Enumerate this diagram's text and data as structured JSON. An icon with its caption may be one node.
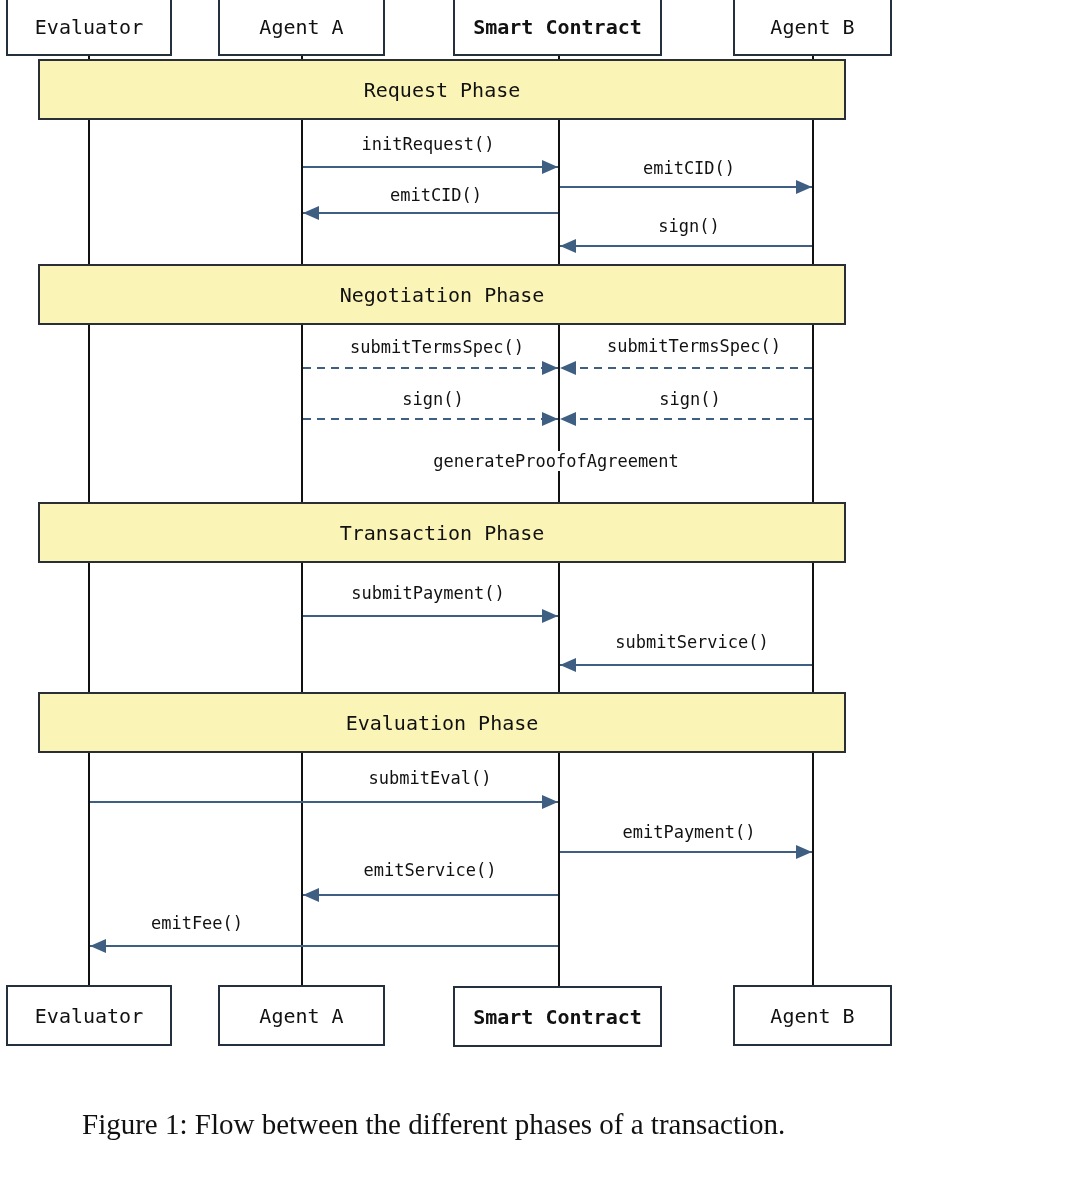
{
  "diagram": {
    "caption": "Figure 1: Flow between the different phases of a transaction.",
    "nodes": [
      {
        "text": [
          "Evaluator"
        ]
      },
      {
        "text": [
          "Agent A"
        ]
      },
      {
        "text": [
          "Smart Contract"
        ]
      },
      {
        "text": [
          "Agent B"
        ]
      },
      {
        "text": [
          "Request Phase"
        ]
      },
      {
        "text": [
          "Negotiation Phase"
        ]
      },
      {
        "text": [
          "Transaction Phase"
        ]
      },
      {
        "text": [
          "Evaluation Phase"
        ]
      },
      {
        "text": [
          "Evaluator"
        ]
      },
      {
        "text": [
          "Agent A"
        ]
      },
      {
        "text": [
          "Smart Contract"
        ]
      },
      {
        "text": [
          "Agent B"
        ]
      },
      {
        "text": [],
        "shape": "line"
      },
      {
        "text": [],
        "shape": "line"
      },
      {
        "text": [],
        "shape": "line"
      },
      {
        "text": [],
        "shape": "line"
      }
    ],
    "edges": [
      {
        "from": 13,
        "to": 14,
        "arrow": "to",
        "label": "initRequest()"
      },
      {
        "from": 14,
        "to": 15,
        "arrow": "to",
        "label": "emitCID()"
      },
      {
        "from": 14,
        "to": 13,
        "arrow": "to",
        "label": "emitCID()"
      },
      {
        "from": 15,
        "to": 14,
        "arrow": "to",
        "label": "sign()"
      },
      {
        "from": 13,
        "to": 14,
        "arrow": "to",
        "label": "submitTermsSpec()",
        "style": "dashed"
      },
      {
        "from": 15,
        "to": 14,
        "arrow": "to",
        "label": "submitTermsSpec()",
        "style": "dashed"
      },
      {
        "from": 13,
        "to": 14,
        "arrow": "to",
        "label": "sign()",
        "style": "dashed"
      },
      {
        "from": 15,
        "to": 14,
        "arrow": "to",
        "label": "sign()",
        "style": "dashed"
      },
      {
        "from": 13,
        "to": 14,
        "arrow": "to",
        "label": "submitPayment()"
      },
      {
        "from": 15,
        "to": 14,
        "arrow": "to",
        "label": "submitService()"
      },
      {
        "from": 12,
        "to": 14,
        "arrow": "to",
        "label": "submitEval()"
      },
      {
        "from": 14,
        "to": 15,
        "arrow": "to",
        "label": "emitPayment()"
      },
      {
        "from": 14,
        "to": 13,
        "arrow": "to",
        "label": "emitService()"
      },
      {
        "from": 14,
        "to": 12,
        "arrow": "to",
        "label": "emitFee()"
      }
    ],
    "labels": [
      "generateProofofAgreement"
    ]
  }
}
